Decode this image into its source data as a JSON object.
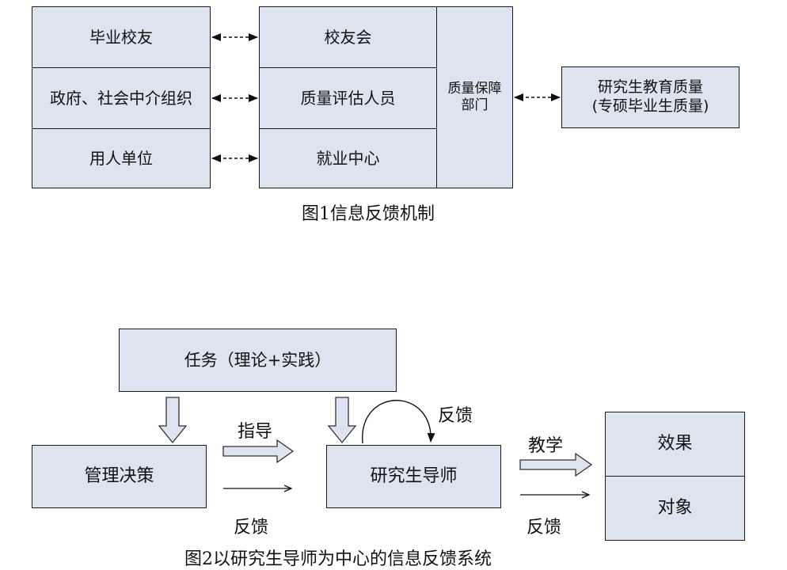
{
  "figure1": {
    "left_column": [
      "毕业校友",
      "政府、社会中介组织",
      "用人单位"
    ],
    "middle_column": [
      "校友会",
      "质量评估人员",
      "就业中心"
    ],
    "qa_dept": [
      "质量保障",
      "部门"
    ],
    "quality_box": [
      "研究生教育质量",
      "(专硕毕业生质量)"
    ],
    "caption": "图1信息反馈机制"
  },
  "figure2": {
    "task_box": "任务（理论+实践）",
    "decision_box": "管理决策",
    "tutor_box": "研究生导师",
    "effect_box": "效果",
    "object_box": "对象",
    "guide_label": "指导",
    "feedback_label_1": "反馈",
    "feedback_loop_label": "反馈",
    "teach_label": "教学",
    "feedback_label_2": "反馈",
    "caption": "图2以研究生导师为中心的信息反馈系统"
  },
  "colors": {
    "box_fill": "#dde3ef",
    "stroke": "#1a1a1a"
  }
}
